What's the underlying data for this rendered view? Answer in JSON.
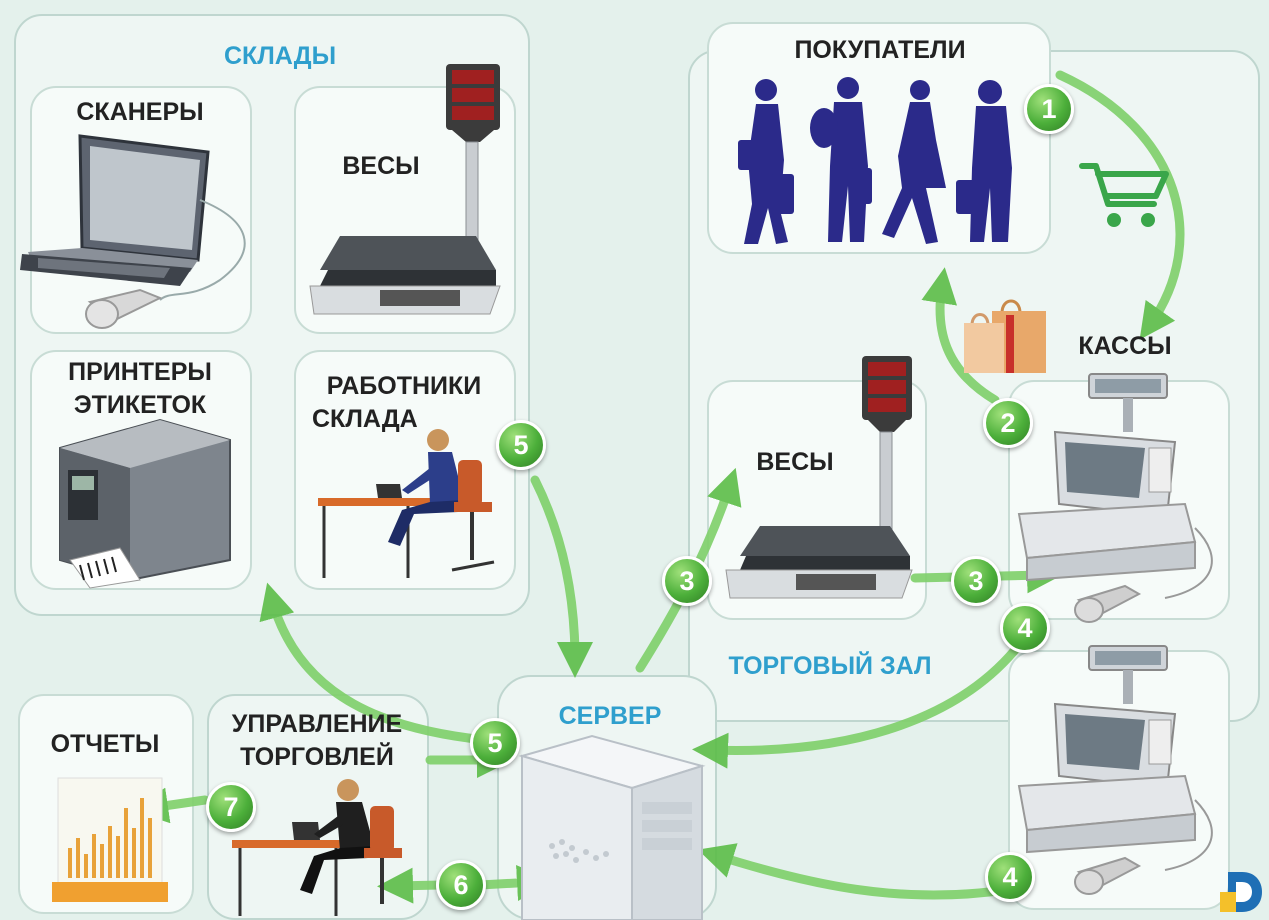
{
  "sections": {
    "warehouses": "СКЛАДЫ",
    "sales_floor": "ТОРГОВЫЙ ЗАЛ",
    "server": "СЕРВЕР"
  },
  "cards": {
    "scanners": "СКАНЕРЫ",
    "scales_warehouse": "ВЕСЫ",
    "printers_line1": "ПРИНТЕРЫ",
    "printers_line2": "ЭТИКЕТОК",
    "workers_line1": "РАБОТНИКИ",
    "workers_line2": "СКЛАДА",
    "customers": "ПОКУПАТЕЛИ",
    "scales_floor": "ВЕСЫ",
    "registers": "КАССЫ",
    "reports": "ОТЧЕТЫ",
    "trade_mgmt_line1": "УПРАВЛЕНИЕ",
    "trade_mgmt_line2": "ТОРГОВЛЕЙ"
  },
  "steps": {
    "s1": "1",
    "s2": "2",
    "s3a": "3",
    "s3b": "3",
    "s4a": "4",
    "s4b": "4",
    "s5a": "5",
    "s5b": "5",
    "s6": "6",
    "s7": "7"
  },
  "colors": {
    "accent_green": "#4caf3a",
    "label_blue": "#2f9fcd",
    "silhouette": "#2b2a8a",
    "background": "#e4f1ec"
  }
}
